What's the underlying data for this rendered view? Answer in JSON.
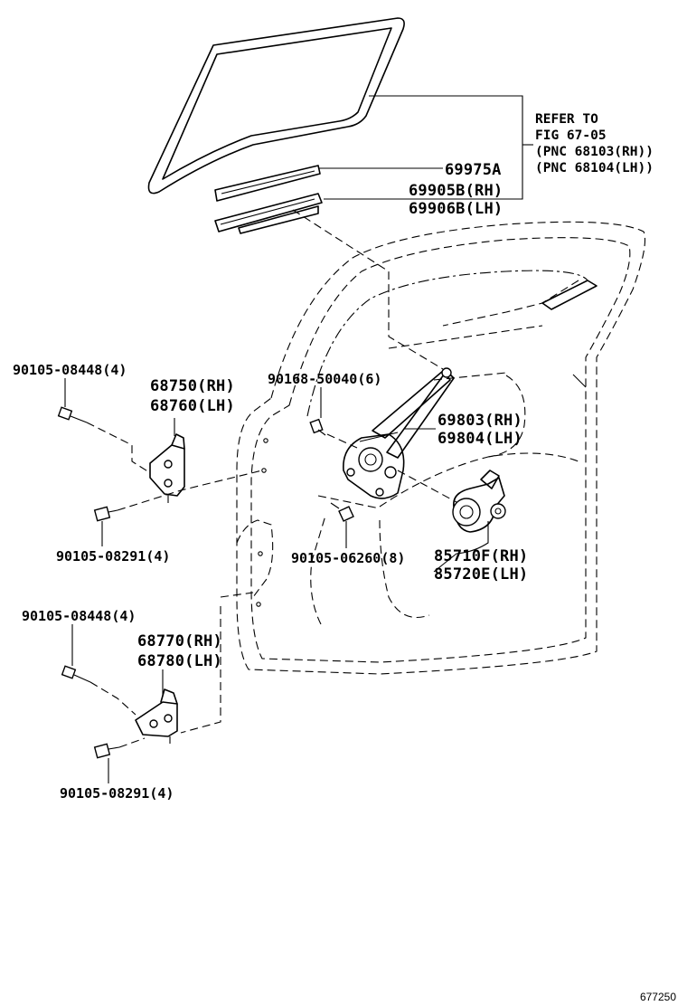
{
  "figure_id": "677250",
  "reference": {
    "line1": "REFER TO",
    "line2": "FIG 67-05",
    "line3": "(PNC 68103(RH))",
    "line4": "(PNC 68104(LH))"
  },
  "labels": {
    "glass_run": "69975A",
    "channel_rh": "69905B(RH)",
    "channel_lh": "69906B(LH)",
    "upper_hinge_bolt": "90105-08448(4)",
    "upper_hinge_rh": "68750(RH)",
    "upper_hinge_lh": "68760(LH)",
    "upper_hinge_lower_bolt": "90105-08291(4)",
    "regulator_bolt": "90168-50040(6)",
    "regulator_rh": "69803(RH)",
    "regulator_lh": "69804(LH)",
    "motor_bolt": "90105-06260(8)",
    "motor_rh": "85710F(RH)",
    "motor_lh": "85720E(LH)",
    "lower_hinge_bolt": "90105-08448(4)",
    "lower_hinge_rh": "68770(RH)",
    "lower_hinge_lh": "68780(LH)",
    "lower_hinge_lower_bolt": "90105-08291(4)"
  }
}
